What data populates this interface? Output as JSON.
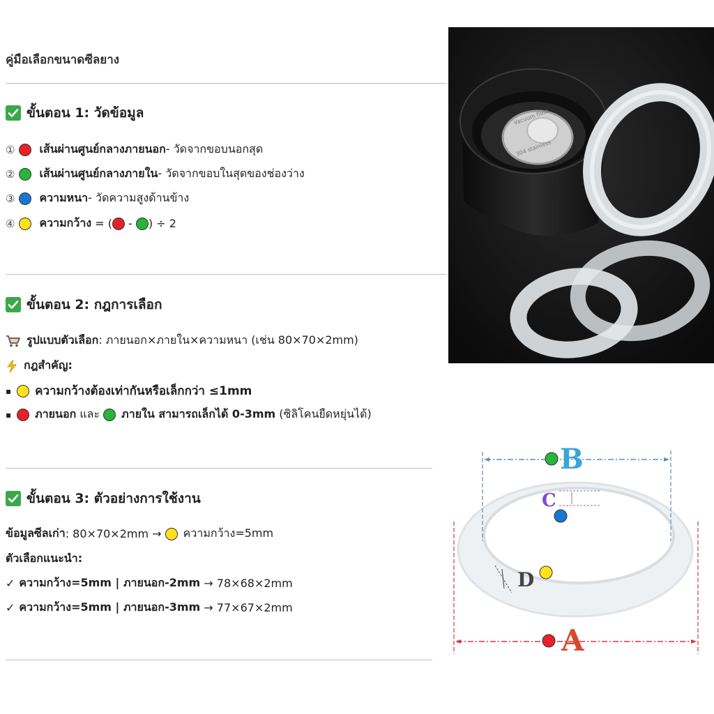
{
  "title": "คู่มือเลือกขนาดซีลยาง",
  "step1": {
    "heading": "ขั้นตอน 1: วัดข้อมูล",
    "items": [
      {
        "num": "①",
        "label": "เส้นผ่านศูนย์กลางภายนอก",
        "desc": " - วัดจากขอบนอกสุด"
      },
      {
        "num": "②",
        "label": "เส้นผ่านศูนย์กลางภายใน",
        "desc": " - วัดจากขอบในสุดของช่องว่าง"
      },
      {
        "num": "③",
        "label": "ความหนา",
        "desc": " - วัดความสูงด้านข้าง"
      },
      {
        "num": "④",
        "label": "ความกว้าง",
        "formula_eq": " = (",
        "formula_minus": " - ",
        "formula_tail": ") ÷ 2"
      }
    ]
  },
  "step2": {
    "heading": "ขั้นตอน 2: กฎการเลือก",
    "format_label": "รูปแบบตัวเลือก",
    "format_value": ": ภายนอก×ภายใน×ความหนา (เช่น 80×70×2mm)",
    "rules_label": "กฎสำคัญ:",
    "rule1": "ความกว้างต้องเท่ากันหรือเล็กกว่า ≤1mm",
    "rule2_a": "ภายนอก",
    "rule2_and": " และ ",
    "rule2_b": "ภายใน",
    "rule2_c": " สามารถเล็กได้ 0-3mm",
    "rule2_note": " (ซิลิโคนยืดหยุ่นได้)"
  },
  "step3": {
    "heading": "ขั้นตอน 3: ตัวอย่างการใช้งาน",
    "old_label": "ข้อมูลซีลเก่า",
    "old_value": ": 80×70×2mm → ",
    "old_width": "ความกว้าง=5mm",
    "rec_label": "ตัวเลือกแนะนำ:",
    "rec1_bold": "ความกว้าง=5mm | ภายนอก-2mm",
    "rec1_value": " → 78×68×2mm",
    "rec2_bold": "ความกว้าง=5mm | ภายนอก-3mm",
    "rec2_value": " → 77×67×2mm",
    "tick": "✓"
  },
  "photo": {
    "lid_text_1": "Vacuum  flask",
    "lid_text_2": "304  stainless"
  },
  "diagram": {
    "label_a": "A",
    "label_b": "B",
    "label_c": "C",
    "label_d": "D"
  }
}
